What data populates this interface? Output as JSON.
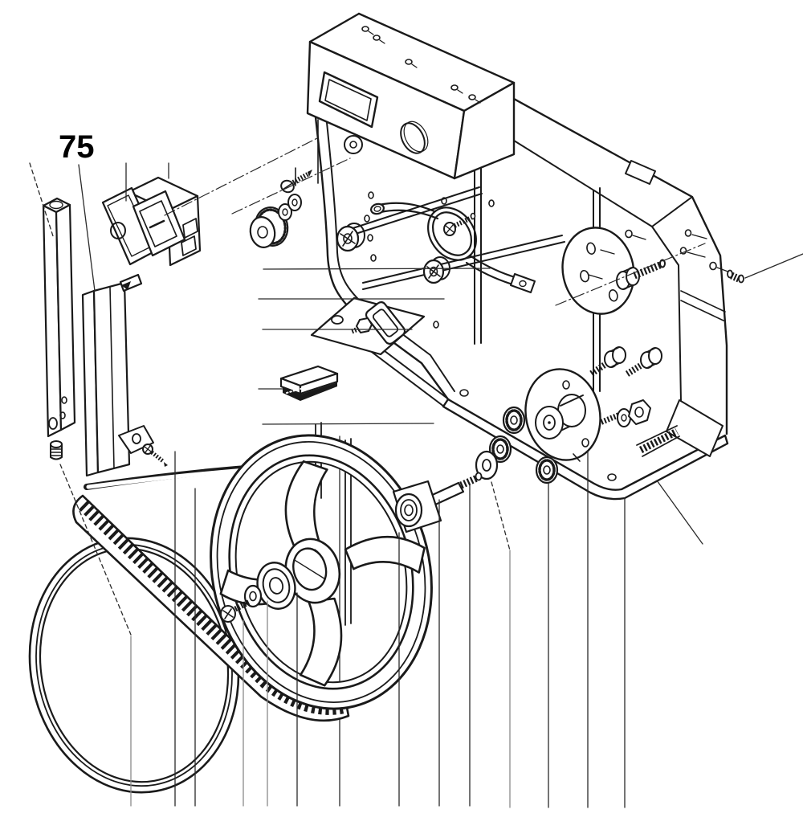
{
  "figure": {
    "type": "exploded-parts-diagram",
    "style": "black line engineering drawing on white",
    "callouts": [
      {
        "id": "75",
        "label": "75",
        "points_to": "guide-channel-bar"
      }
    ],
    "parts": [
      "square-post-bar",
      "guide-channel-bar",
      "rocker-switch",
      "control-housing-with-display-window",
      "main-frame-weldment",
      "tapping-screw",
      "knurled-knob",
      "flat-washers",
      "phillips-screws",
      "wire-clamp",
      "cleaning-brush",
      "mount-bracket-plate",
      "slide-block",
      "flange-disc-with-holes",
      "hex-socket-cap-screws",
      "threaded-stud-washer-hex-nut",
      "motor-flange-hub",
      "serrated-flange-nuts",
      "flat-washer",
      "axle-shaft-with-bearing",
      "spoked-band-wheel",
      "tire-ring",
      "toothed-drive-belt",
      "small-pulley-bearing",
      "pan-head-screw",
      "set-screws",
      "bracket-screw"
    ]
  },
  "colors": {
    "background": "#ffffff",
    "ink": "#1a1a1a",
    "leader": "#2a2a2a",
    "leader_light": "#8a8a8a",
    "label": "#000000"
  }
}
